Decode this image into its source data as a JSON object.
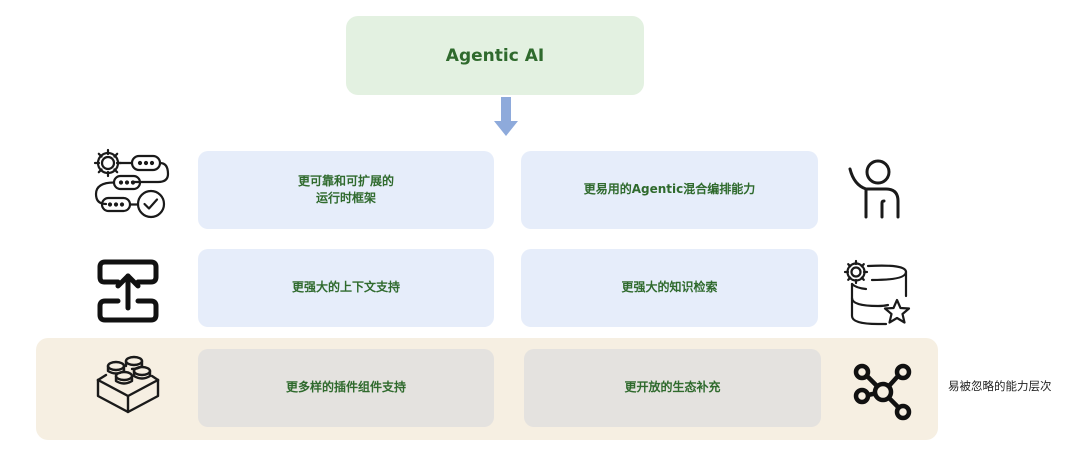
{
  "top": {
    "title": "Agentic AI"
  },
  "capabilities": [
    {
      "line1": "更可靠和可扩展的",
      "line2": "运行时框架"
    },
    {
      "line1": "更易用的Agentic混合编排能力",
      "line2": ""
    },
    {
      "line1": "更强大的上下文支持",
      "line2": ""
    },
    {
      "line1": "更强大的知识检索",
      "line2": ""
    },
    {
      "line1": "更多样的插件组件支持",
      "line2": ""
    },
    {
      "line1": "更开放的生态补充",
      "line2": ""
    }
  ],
  "side_label": "易被忽略的能力层次",
  "colors": {
    "title_text": "#2f6a2d",
    "top_box": "#e3f1e1",
    "arrow": "#8eaadb",
    "blue_box": "#e6edfa",
    "gray_box": "#e4e2df",
    "band": "#f6efe2"
  },
  "icons": [
    "workflow-gear-check-icon",
    "person-waving-icon",
    "upload-stack-icon",
    "database-gear-star-icon",
    "lego-brick-icon",
    "network-nodes-icon"
  ]
}
